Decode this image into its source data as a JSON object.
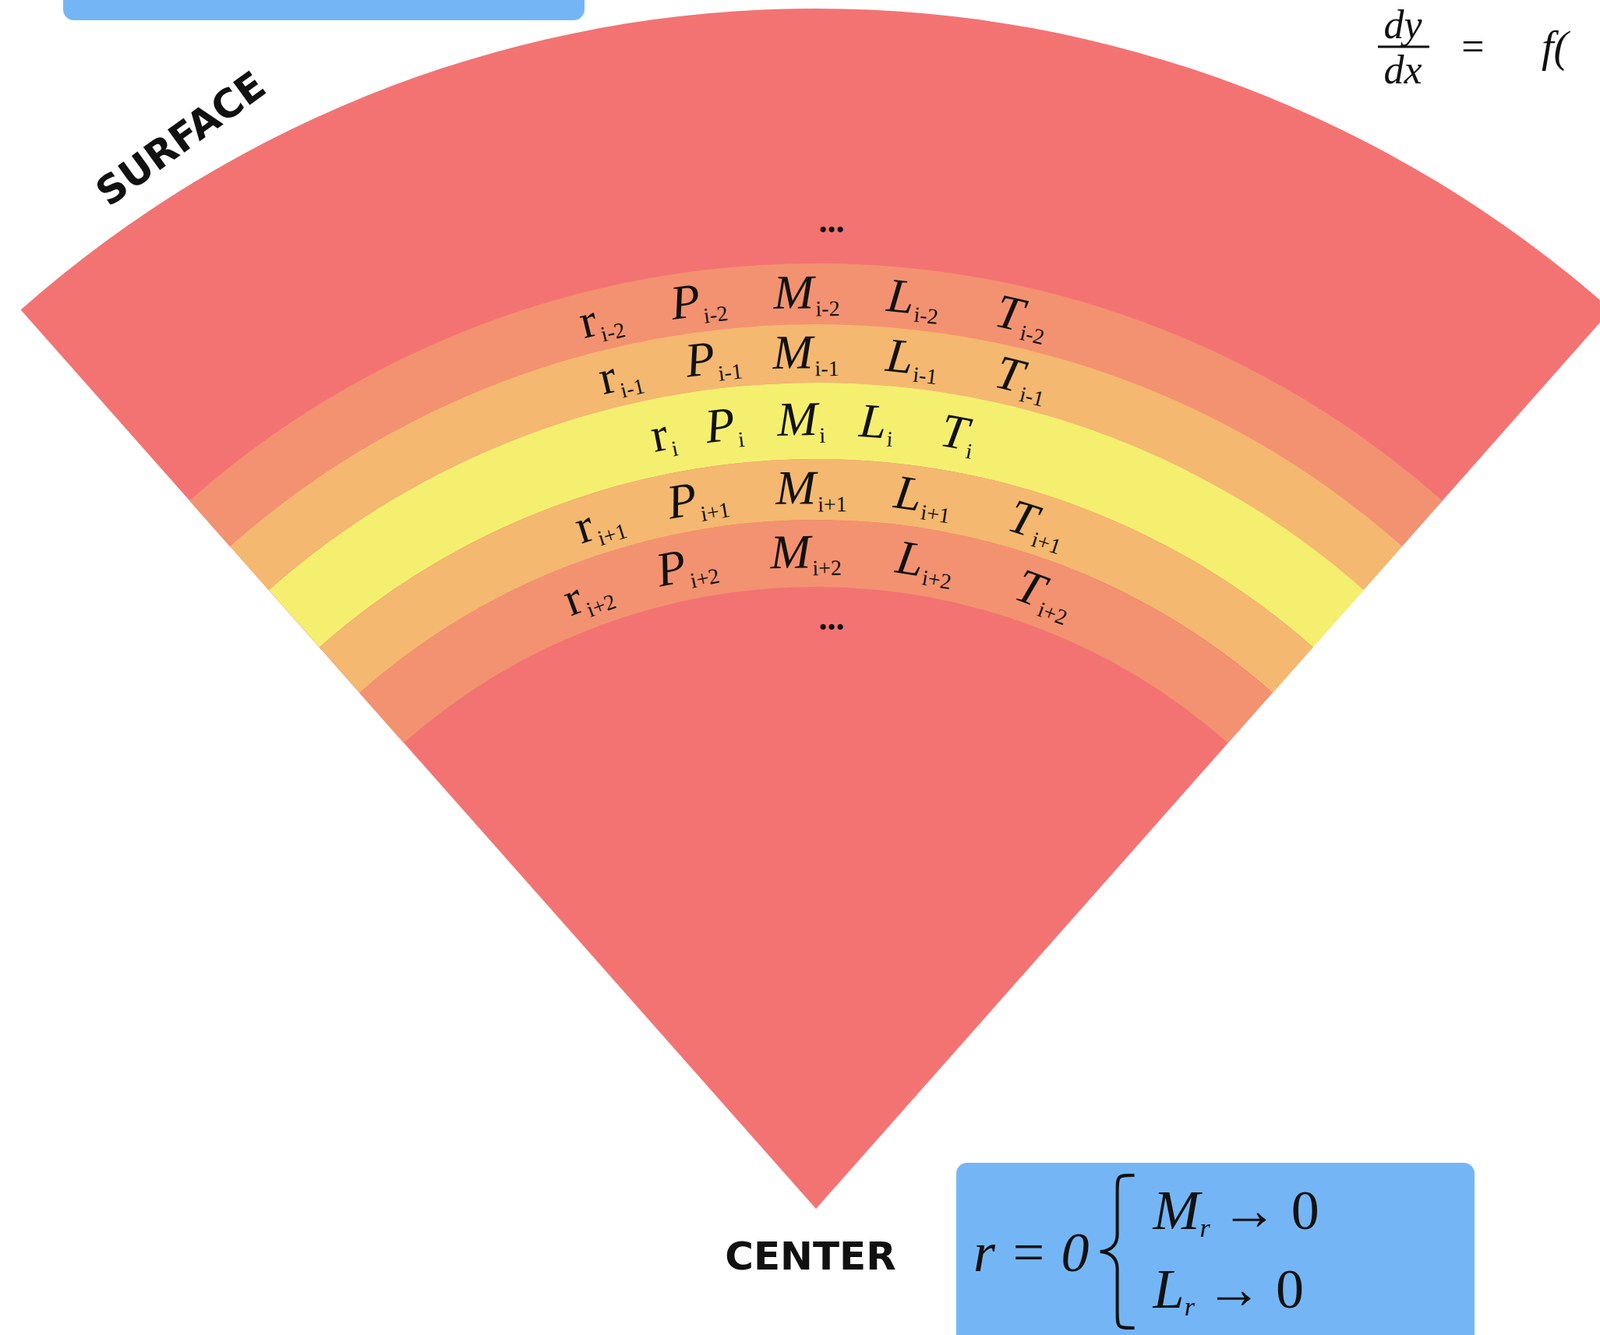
{
  "diagram": {
    "nodes": [
      {
        "text": [
          "r",
          "i-2",
          "P",
          "i-2",
          "M",
          "i-2",
          "L",
          "i-2",
          "T",
          "i-2"
        ]
      },
      {
        "text": [
          "r",
          "i-1",
          "P",
          "i-1",
          "M",
          "i-1",
          "L",
          "i-1",
          "T",
          "i-1"
        ]
      },
      {
        "text": [
          "r",
          "i",
          "P",
          "i",
          "M",
          "i",
          "L",
          "i",
          "T",
          "i"
        ]
      },
      {
        "text": [
          "r",
          "i+1",
          "P",
          "i+1",
          "M",
          "i+1",
          "L",
          "i+1",
          "T",
          "i+1"
        ]
      },
      {
        "text": [
          "r",
          "i+2",
          "P",
          "i+2",
          "M",
          "i+2",
          "L",
          "i+2",
          "T",
          "i+2"
        ]
      },
      {
        "text": [
          "r = 0",
          "M",
          "r",
          "→ 0",
          "L",
          "r",
          "→ 0"
        ]
      }
    ],
    "labels": [
      "dy",
      "dx",
      "=",
      "f(",
      "SURFACE",
      "...",
      "...",
      "CENTER"
    ]
  }
}
